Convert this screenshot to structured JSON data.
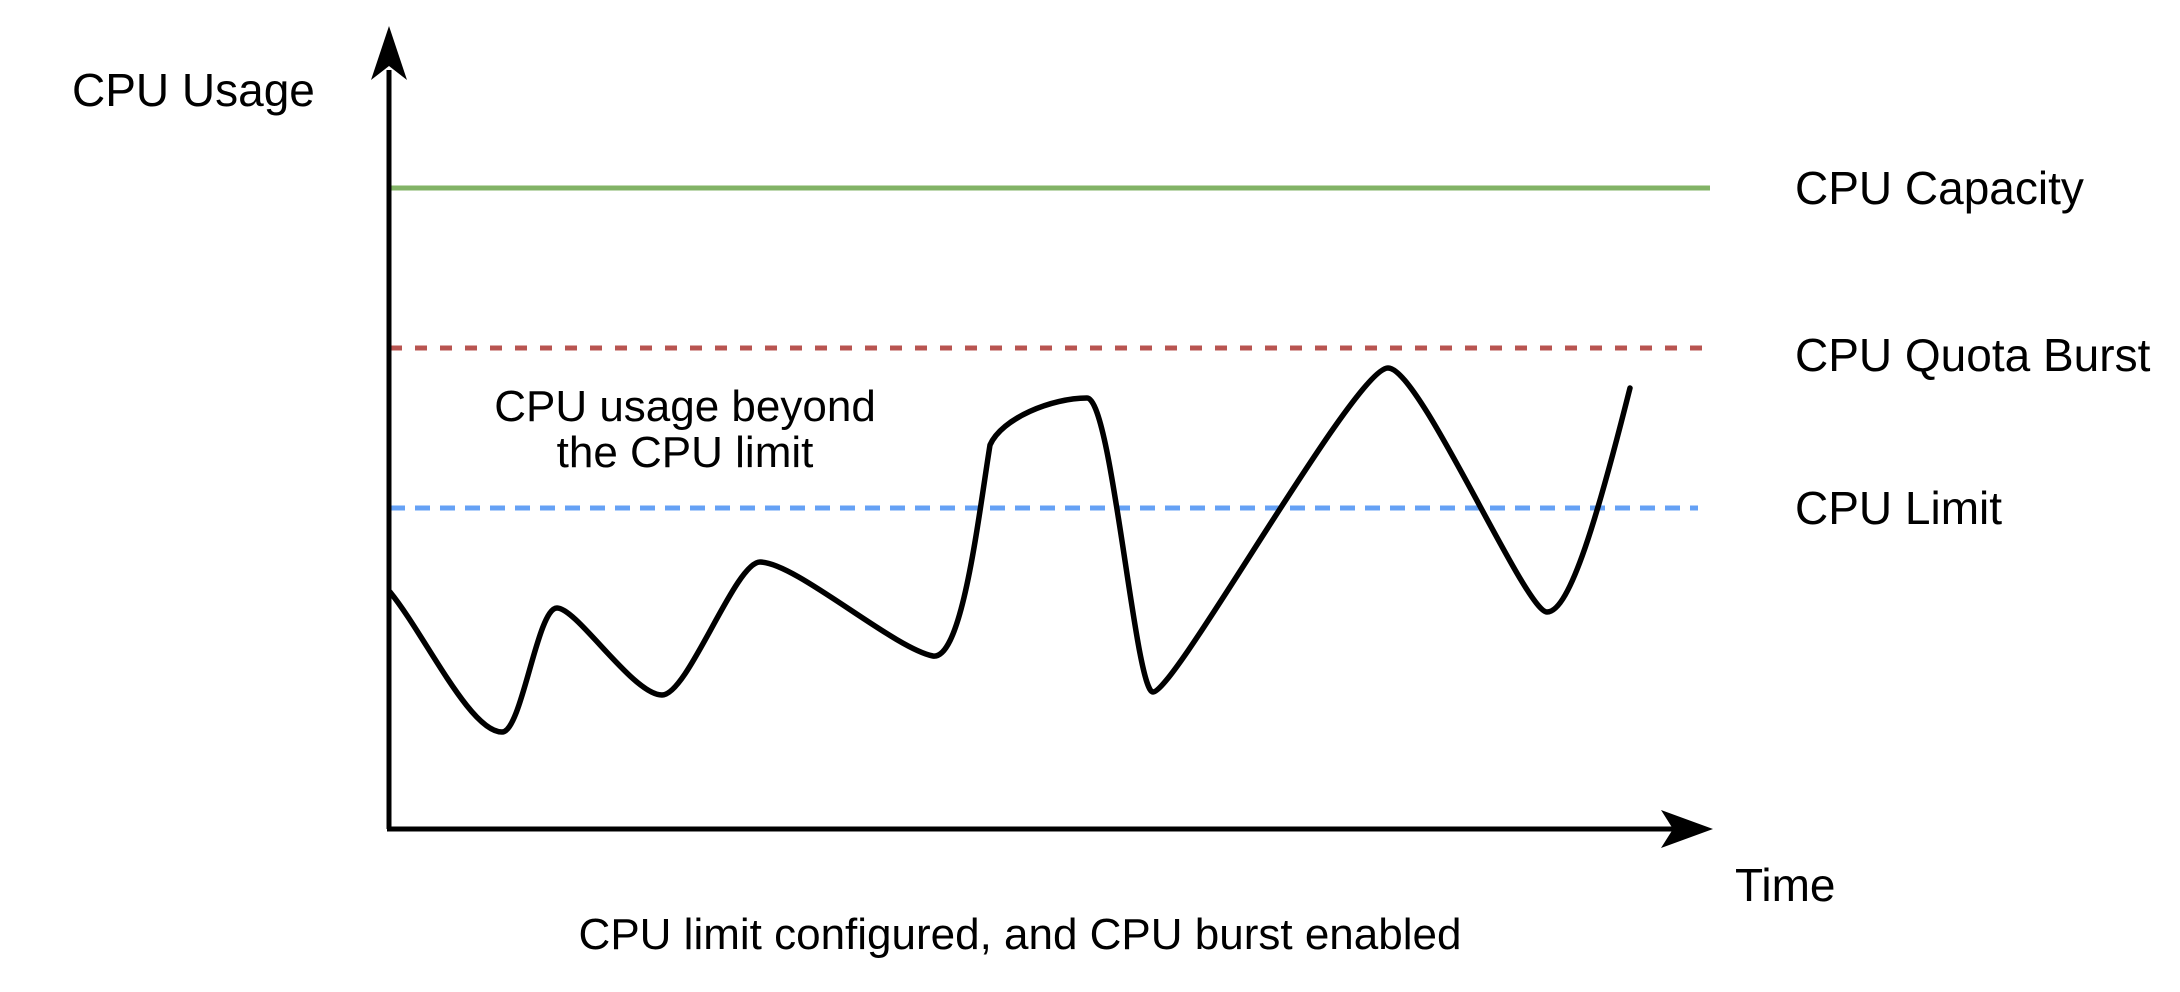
{
  "figure": {
    "y_axis_label": "CPU Usage",
    "x_axis_label": "Time",
    "caption": "CPU limit configured, and CPU burst enabled",
    "annotation": {
      "line1": "CPU usage beyond",
      "line2": "the CPU limit"
    },
    "reference_labels": {
      "capacity": "CPU Capacity",
      "quota_burst": "CPU Quota Burst",
      "limit": "CPU Limit"
    }
  },
  "colors": {
    "capacity_line": "#82b366",
    "quota_burst_line": "#b85450",
    "limit_line": "#65a1f5",
    "usage_curve": "#000000",
    "axis": "#000000"
  },
  "chart_data": {
    "type": "line",
    "title": "CPU limit configured, and CPU burst enabled",
    "xlabel": "Time",
    "ylabel": "CPU Usage",
    "x": [
      0,
      1.1,
      1.7,
      2.7,
      3.7,
      5.4,
      6.0,
      7.0,
      7.6,
      10.0,
      11.6,
      12.4
    ],
    "series": [
      {
        "name": "CPU usage",
        "values": [
          37,
          15,
          35,
          21,
          42,
          27,
          60,
          67,
          21,
          72,
          34,
          69
        ]
      }
    ],
    "reference_lines": [
      {
        "label": "CPU Capacity",
        "value": 100,
        "style": "solid",
        "color": "#82b366"
      },
      {
        "label": "CPU Quota Burst",
        "value": 75,
        "style": "dashed",
        "color": "#b85450"
      },
      {
        "label": "CPU Limit",
        "value": 50,
        "style": "dashed",
        "color": "#65a1f5"
      }
    ],
    "annotations": [
      {
        "text": "CPU usage beyond the CPU limit",
        "between": [
          "CPU Limit",
          "CPU Quota Burst"
        ]
      }
    ],
    "ylim": [
      0,
      125
    ],
    "grid": false,
    "legend_position": "right-inline",
    "axes_style": "arrow-axes-no-ticks"
  }
}
